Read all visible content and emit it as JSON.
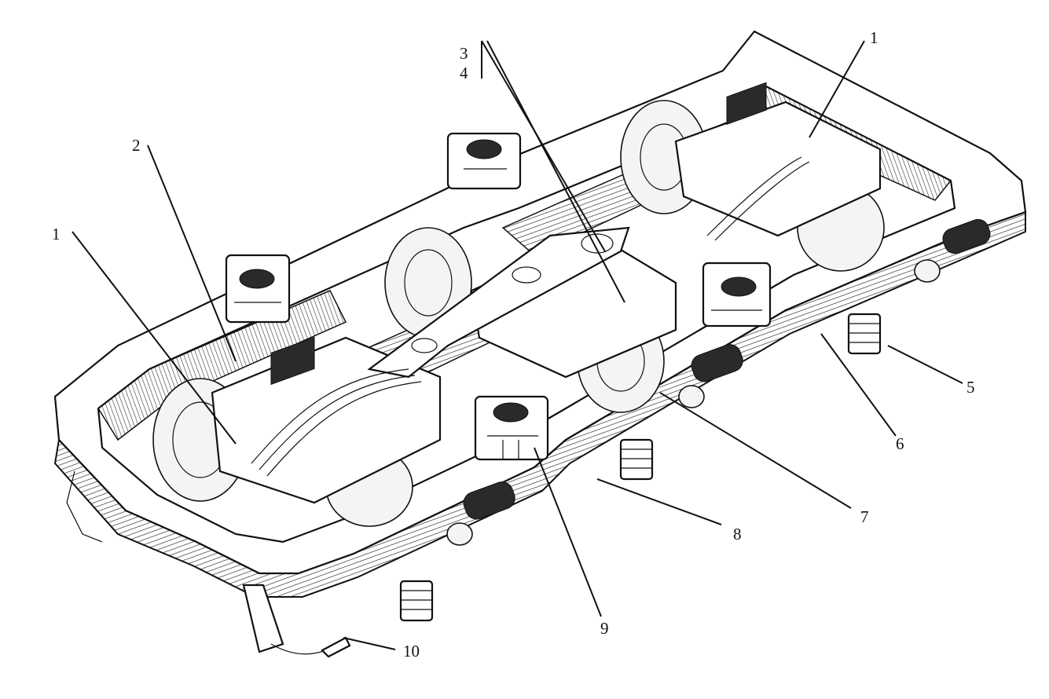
{
  "figure": {
    "subject": "Locomotive bogie (bogie frame assembly) — isometric line drawing",
    "callouts": [
      {
        "id": "c1a",
        "text": "1"
      },
      {
        "id": "c2",
        "text": "2"
      },
      {
        "id": "c3",
        "text": "3"
      },
      {
        "id": "c4",
        "text": "4"
      },
      {
        "id": "c1b",
        "text": "1"
      },
      {
        "id": "c5",
        "text": "5"
      },
      {
        "id": "c6",
        "text": "6"
      },
      {
        "id": "c7",
        "text": "7"
      },
      {
        "id": "c8",
        "text": "8"
      },
      {
        "id": "c9",
        "text": "9"
      },
      {
        "id": "c10",
        "text": "10"
      }
    ]
  },
  "colors": {
    "ink": "#111111",
    "paper": "#ffffff"
  }
}
